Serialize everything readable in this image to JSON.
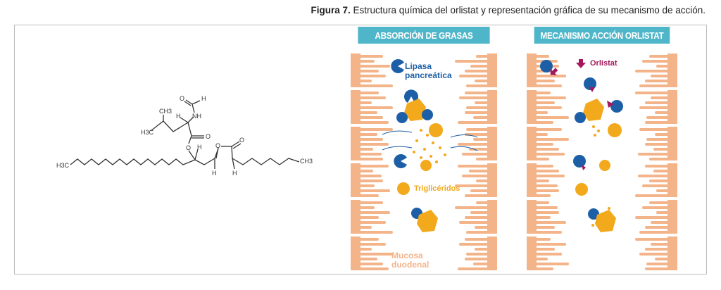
{
  "caption": {
    "label": "Figura 7.",
    "text": " Estructura química del orlistat y representación gráfica de su mecanismo de acción."
  },
  "molecule": {
    "atoms": {
      "ch3_top": "CH3",
      "h3c_iso": "H3C",
      "h3c_chain": "H3C",
      "ch3_end": "CH3",
      "n": "NH",
      "o": "O",
      "h": "H"
    }
  },
  "panels": [
    {
      "title": "ABSORCIÓN DE GRASAS",
      "labels": {
        "lipase": "Lipasa pancreática",
        "triglycerides": "Triglicéridos",
        "mucosa": "Mucosa duodenal"
      }
    },
    {
      "title": "MECANISMO ACCIÓN ORLISTAT",
      "labels": {
        "orlistat": "Orlistat"
      }
    }
  ],
  "colors": {
    "header": "#4fb6c9",
    "villi": "#f4b48a",
    "lipase": "#1d5fa6",
    "fat": "#f2a91b",
    "orlistat": "#a3195b"
  }
}
